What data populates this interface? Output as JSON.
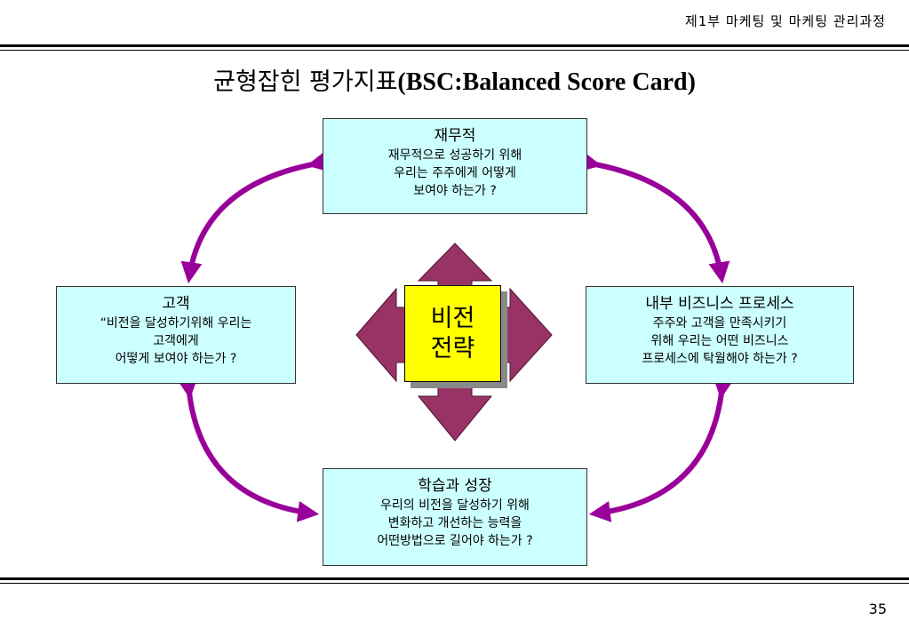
{
  "header": {
    "text": "제1부 마케팅 및 마케팅 관리과정"
  },
  "title": {
    "korean": "균형잡힌 평가지표",
    "english": "(BSC:Balanced Score Card)"
  },
  "boxes": {
    "finance": {
      "heading": "재무적",
      "lines": [
        "재무적으로 성공하기 위해",
        "우리는 주주에게 어떻게",
        "보여야 하는가 ?"
      ]
    },
    "customer": {
      "heading": "고객",
      "lines": [
        "“비전을 달성하기위해 우리는",
        "고객에게",
        "어떻게 보여야 하는가 ?"
      ]
    },
    "internal": {
      "heading": "내부 비즈니스 프로세스",
      "lines": [
        "주주와 고객을 만족시키기",
        "위해 우리는 어떤 비즈니스",
        "프로세스에 탁월해야 하는가 ?"
      ]
    },
    "learning": {
      "heading": "학습과 성장",
      "lines": [
        "우리의 비전을 달성하기 위해",
        "변화하고 개선하는 능력을",
        "어떤방법으로 길어야 하는가 ?"
      ]
    }
  },
  "center": {
    "line1": "비전",
    "line2": "전략"
  },
  "colors": {
    "box_fill": "#ccffff",
    "cycle_arrow": "#990099",
    "cross_arrow": "#993366",
    "center_fill": "#ffff00"
  },
  "page_number": "35"
}
